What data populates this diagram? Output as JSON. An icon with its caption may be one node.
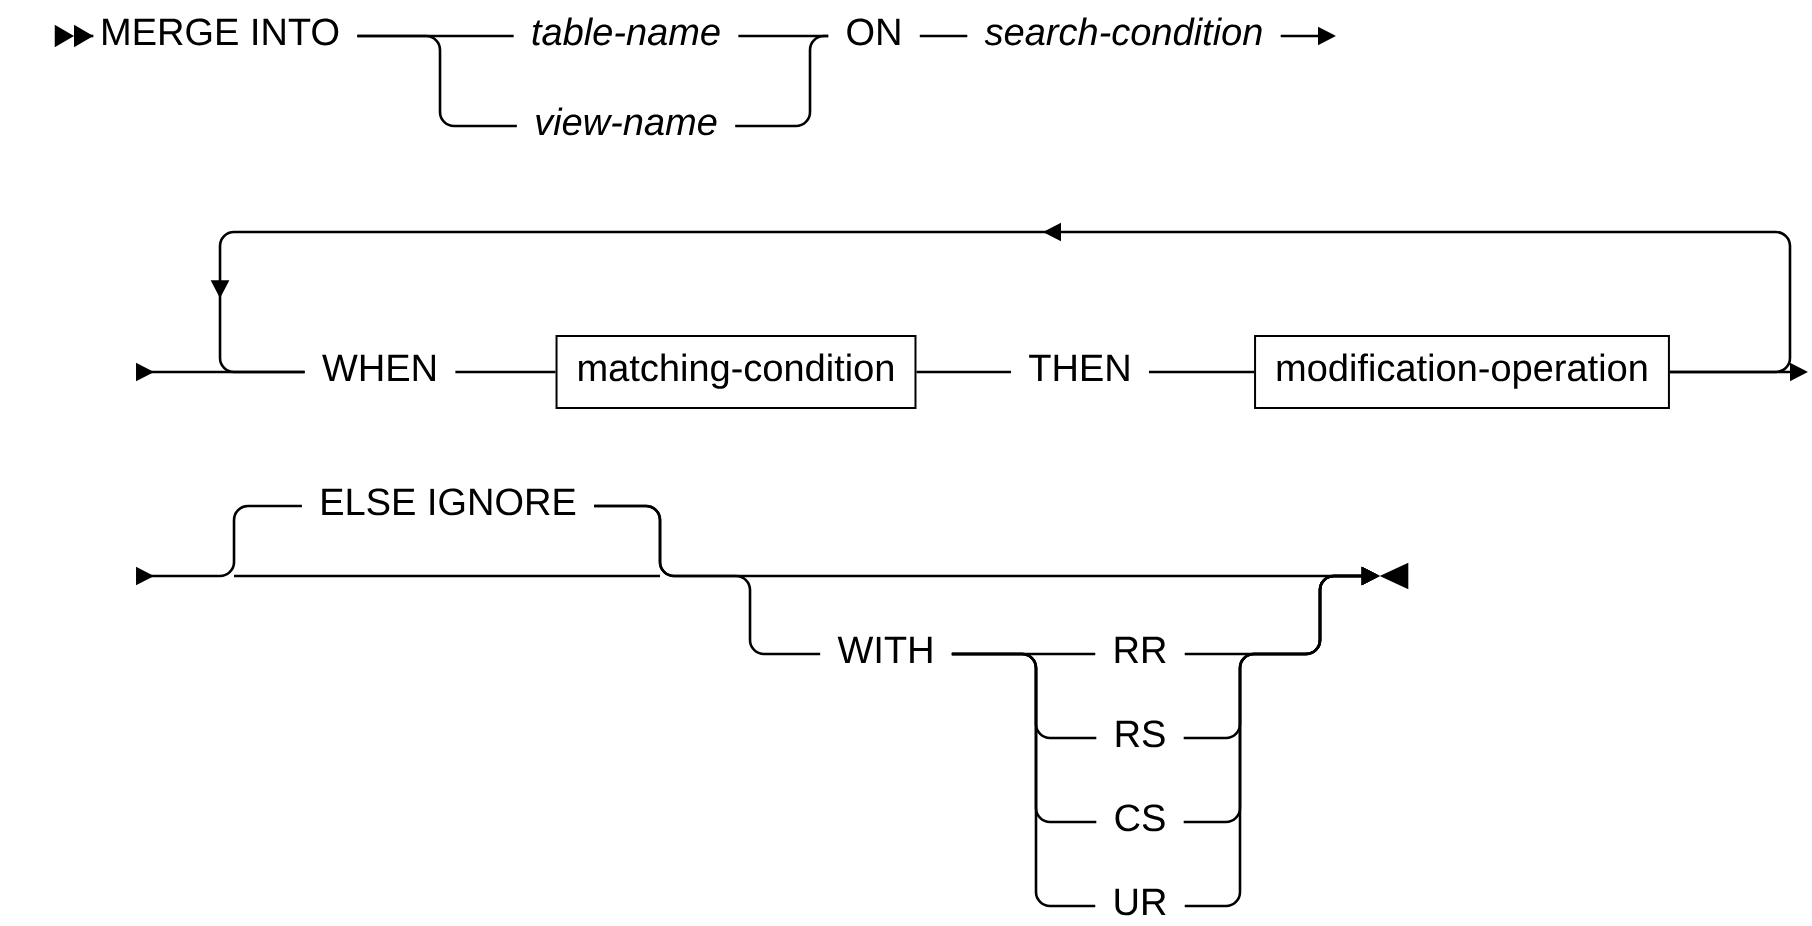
{
  "diagram": {
    "nodes": [
      {
        "text": [
          "MERGE INTO"
        ]
      },
      {
        "text": [
          "table-name"
        ]
      },
      {
        "text": [
          "view-name"
        ]
      },
      {
        "text": [
          "ON"
        ]
      },
      {
        "text": [
          "search-condition"
        ]
      },
      {
        "text": [
          "WHEN"
        ]
      },
      {
        "text": [
          "matching-condition"
        ]
      },
      {
        "text": [
          "THEN"
        ]
      },
      {
        "text": [
          "modification-operation"
        ]
      },
      {
        "text": [
          "ELSE IGNORE"
        ]
      },
      {
        "text": [
          "WITH"
        ]
      },
      {
        "text": [
          "RR"
        ]
      },
      {
        "text": [
          "RS"
        ]
      },
      {
        "text": [
          "CS"
        ]
      },
      {
        "text": [
          "UR"
        ]
      },
      {
        "text": [],
        "shape": "triangle"
      },
      {
        "text": [],
        "shape": "triangle"
      }
    ],
    "edges": [
      {
        "from": 16,
        "to": 0,
        "arrow": "none"
      },
      {
        "from": 0,
        "to": 1,
        "arrow": "none"
      },
      {
        "from": 0,
        "to": 2,
        "arrow": "none"
      },
      {
        "from": 1,
        "to": 3,
        "arrow": "none"
      },
      {
        "from": 2,
        "to": 3,
        "arrow": "none"
      },
      {
        "from": 3,
        "to": 4,
        "arrow": "none"
      },
      {
        "from": 4,
        "to": null,
        "arrow": "to"
      },
      {
        "from": null,
        "to": 5,
        "arrow": "to"
      },
      {
        "from": 5,
        "to": 6,
        "arrow": "none"
      },
      {
        "from": 6,
        "to": 7,
        "arrow": "none"
      },
      {
        "from": 7,
        "to": 8,
        "arrow": "none"
      },
      {
        "from": 8,
        "to": 5,
        "arrow": "to"
      },
      {
        "from": 8,
        "to": null,
        "arrow": "to"
      },
      {
        "from": null,
        "to": 9,
        "arrow": "to"
      },
      {
        "from": 9,
        "to": 10,
        "arrow": "none"
      },
      {
        "from": 9,
        "to": 15,
        "arrow": "to"
      },
      {
        "from": 10,
        "to": 11,
        "arrow": "none"
      },
      {
        "from": 10,
        "to": 12,
        "arrow": "none"
      },
      {
        "from": 10,
        "to": 13,
        "arrow": "none"
      },
      {
        "from": 10,
        "to": 14,
        "arrow": "none"
      },
      {
        "from": 11,
        "to": 15,
        "arrow": "to"
      },
      {
        "from": 12,
        "to": 15,
        "arrow": "to"
      },
      {
        "from": 13,
        "to": 15,
        "arrow": "to"
      },
      {
        "from": 14,
        "to": 15,
        "arrow": "to"
      }
    ]
  }
}
